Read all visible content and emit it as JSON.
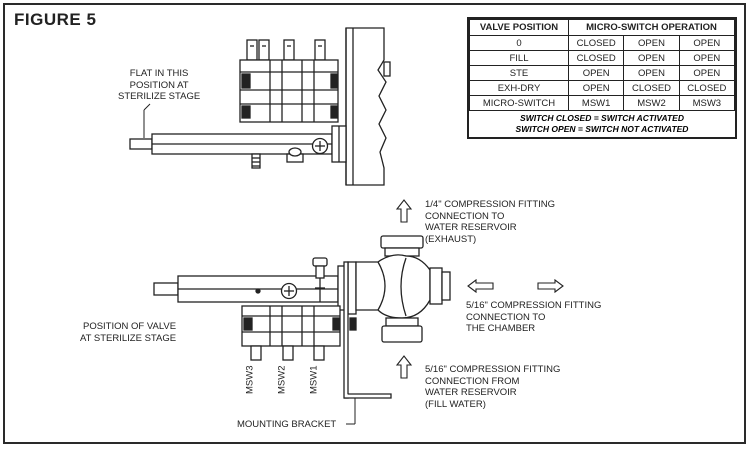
{
  "figure_title": "FIGURE 5",
  "table": {
    "headers": [
      "VALVE POSITION",
      "MICRO-SWITCH OPERATION"
    ],
    "rows": [
      [
        "0",
        "CLOSED",
        "OPEN",
        "OPEN"
      ],
      [
        "FILL",
        "CLOSED",
        "OPEN",
        "OPEN"
      ],
      [
        "STE",
        "OPEN",
        "OPEN",
        "OPEN"
      ],
      [
        "EXH-DRY",
        "OPEN",
        "CLOSED",
        "CLOSED"
      ],
      [
        "MICRO-SWITCH",
        "MSW1",
        "MSW2",
        "MSW3"
      ]
    ],
    "note1": "SWITCH CLOSED = SWITCH ACTIVATED",
    "note2": "SWITCH OPEN = SWITCH NOT ACTIVATED"
  },
  "labels": {
    "flat": [
      "FLAT IN THIS",
      "POSITION AT",
      "STERILIZE STAGE"
    ],
    "exhaust": [
      "1/4\" COMPRESSION FITTING",
      "CONNECTION TO",
      "WATER RESERVOIR",
      "(EXHAUST)"
    ],
    "chamber": [
      "5/16\" COMPRESSION FITTING",
      "CONNECTION TO",
      "THE CHAMBER"
    ],
    "position": [
      "POSITION OF VALVE",
      "AT STERILIZE STAGE"
    ],
    "fill": [
      "5/16\" COMPRESSION FITTING",
      "CONNECTION FROM",
      "WATER RESERVOIR",
      "(FILL WATER)"
    ],
    "bracket": "MOUNTING BRACKET",
    "msw3": "MSW3",
    "msw2": "MSW2",
    "msw1": "MSW1"
  },
  "icons": [
    "arrow-up-icon",
    "arrow-left-icon",
    "arrow-right-icon",
    "phillips-screw-icon"
  ]
}
